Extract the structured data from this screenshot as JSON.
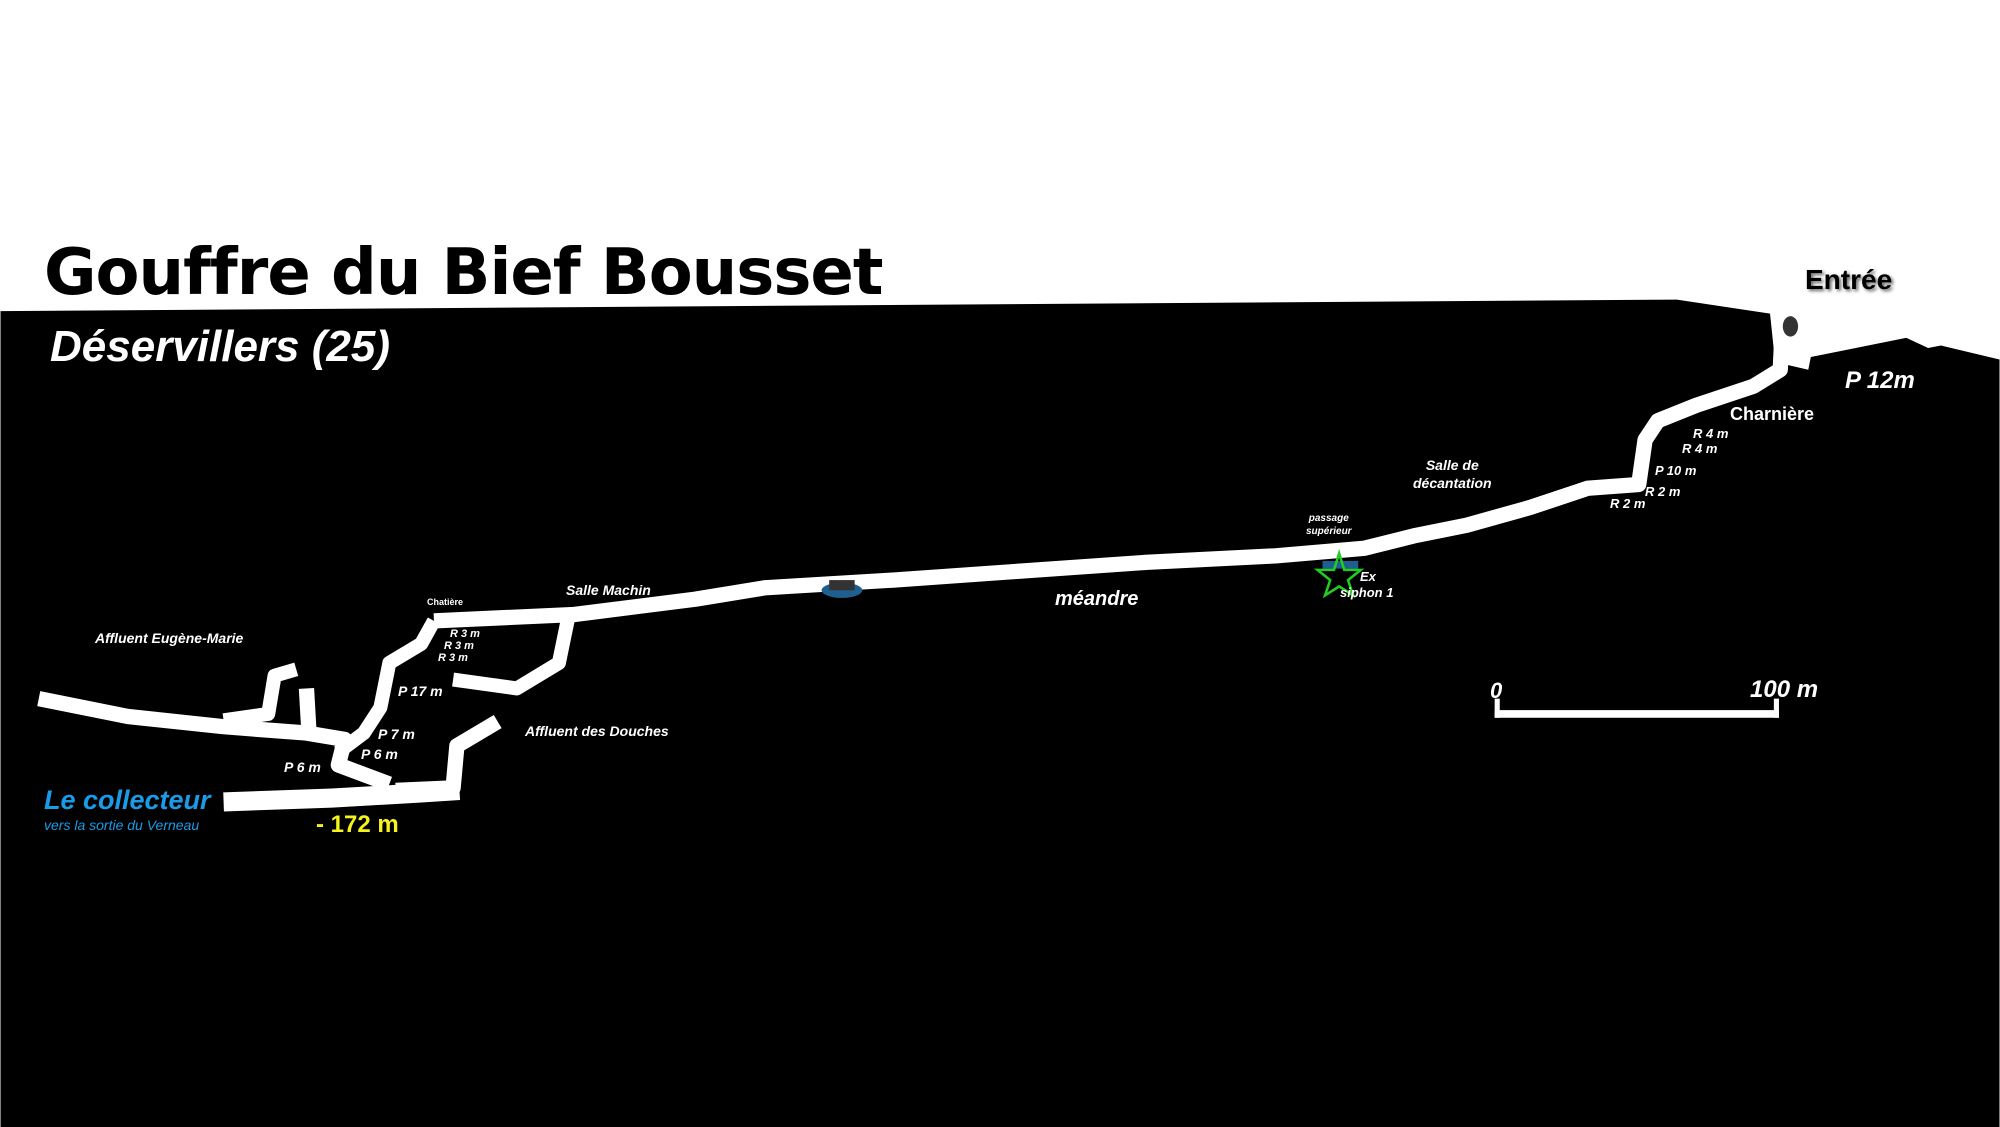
{
  "title": "Gouffre du Bief Bousset",
  "subtitle": "Déservillers (25)",
  "labels": {
    "entree": "Entrée",
    "p12": "P 12m",
    "charniere": "Charnière",
    "r4a": "R 4 m",
    "r4b": "R 4 m",
    "p10": "P 10 m",
    "r2a": "R 2 m",
    "r2b": "R 2 m",
    "salle_decantation_1": "Salle de",
    "salle_decantation_2": "décantation",
    "passage_1": "passage",
    "passage_2": "supérieur",
    "siphon_1": "Ex",
    "siphon_2": "siphon 1",
    "meandre": "méandre",
    "salle_machin": "Salle Machin",
    "chatiere": "Chatière",
    "r3a": "R 3 m",
    "r3b": "R 3 m",
    "r3c": "R 3 m",
    "p17": "P 17 m",
    "p7": "P 7 m",
    "p6a": "P 6 m",
    "p6b": "P 6 m",
    "affluent_eugene": "Affluent Eugène-Marie",
    "affluent_douches": "Affluent des Douches",
    "collecteur": "Le collecteur",
    "collecteur_sub": "vers la sortie du Verneau",
    "depth": "- 172 m"
  },
  "scale_bar": {
    "start": "0",
    "end": "100 m"
  },
  "colors": {
    "rock": "#000000",
    "cave": "#ffffff",
    "collecteur": "#1a9be8",
    "depth": "#f4f31c",
    "marker": "#22cc22",
    "water": "#1f5f8f"
  }
}
